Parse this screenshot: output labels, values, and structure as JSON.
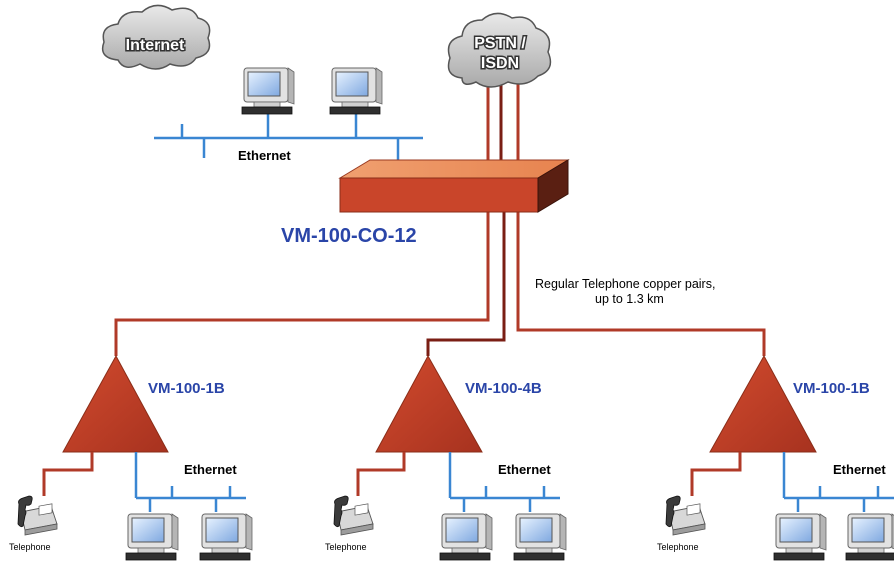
{
  "clouds": {
    "internet": "Internet",
    "pstn_line1": "PSTN /",
    "pstn_line2": "ISDN"
  },
  "top_ethernet_label": "Ethernet",
  "central_unit": {
    "label": "VM-100-CO-12",
    "color": "#d9633f"
  },
  "copper_note": {
    "line1": "Regular Telephone copper pairs,",
    "line2": "up to 1.3 km"
  },
  "remotes": [
    {
      "label": "VM-100-1B",
      "ethernet": "Ethernet",
      "phone": "Telephone"
    },
    {
      "label": "VM-100-4B",
      "ethernet": "Ethernet",
      "phone": "Telephone"
    },
    {
      "label": "VM-100-1B",
      "ethernet": "Ethernet",
      "phone": "Telephone"
    }
  ],
  "colors": {
    "label_blue": "#2a45a8",
    "ethernet_blue": "#3a86d2",
    "copper_red": "#b03a28",
    "triangle_fill": "#c8432b"
  }
}
